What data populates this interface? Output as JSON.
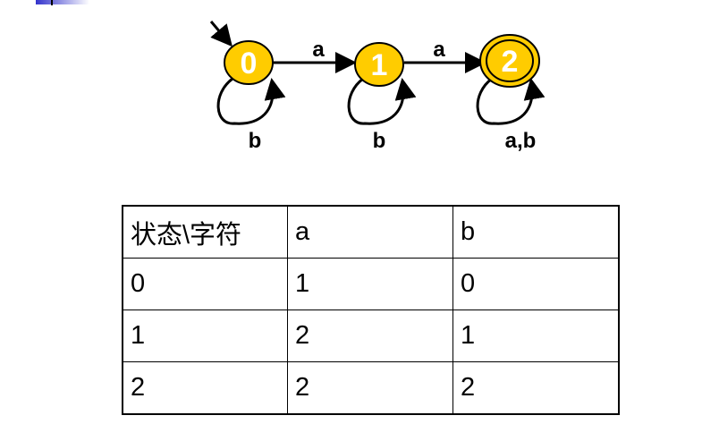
{
  "diagram": {
    "states": [
      "0",
      "1",
      "2"
    ],
    "start_state": "0",
    "accept_states": [
      "2"
    ],
    "node_color": "#ffcc00",
    "edge_labels": {
      "e01": "a",
      "e12": "a",
      "loop0": "b",
      "loop1": "b",
      "loop2": "a,b"
    }
  },
  "table": {
    "headers": [
      "状态\\字符",
      "a",
      "b"
    ],
    "rows": [
      [
        "0",
        "1",
        "0"
      ],
      [
        "1",
        "2",
        "1"
      ],
      [
        "2",
        "2",
        "2"
      ]
    ]
  }
}
